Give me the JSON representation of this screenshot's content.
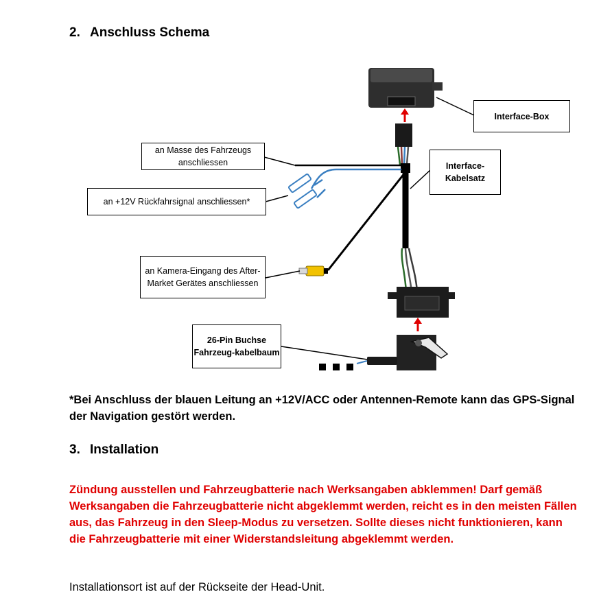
{
  "section2": {
    "number": "2.",
    "title": "Anschluss Schema"
  },
  "diagram": {
    "labels": {
      "masse": "an Masse des Fahrzeugs anschliessen",
      "rueckfahr": "an +12V Rückfahrsignal anschliessen*",
      "kamera": "an Kamera-Eingang des After-Market Gerätes anschliessen",
      "pin26": "26-Pin Buchse Fahrzeug-kabelbaum",
      "interface_box": "Interface-Box",
      "kabelsatz": "Interface-Kabelsatz"
    }
  },
  "note": "*Bei Anschluss der blauen Leitung an +12V/ACC oder Antennen-Remote kann das GPS-Signal der Navigation gestört werden.",
  "section3": {
    "number": "3.",
    "title": "Installation"
  },
  "warning": "Zündung ausstellen und Fahrzeugbatterie nach Werksangaben abklemmen! Darf gemäß Werksangaben die Fahrzeugbatterie nicht abgeklemmt werden, reicht es in den meisten Fällen aus, das Fahrzeug in den Sleep-Modus zu versetzen. Sollte dieses nicht funktionieren, kann die Fahrzeugbatterie mit einer Widerstandsleitung abgeklemmt werden.",
  "install_location": "Installationsort ist auf der Rückseite der Head-Unit.",
  "colors": {
    "warning": "#e00000",
    "arrow": "#e00000",
    "wire_blue": "#3a7fc1",
    "rca": "#f2c200"
  }
}
